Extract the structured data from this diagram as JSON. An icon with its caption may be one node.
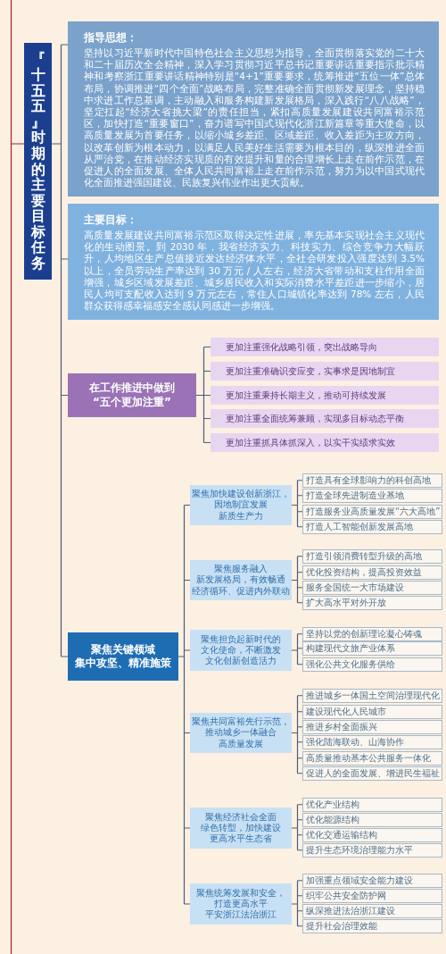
{
  "diagram": {
    "nodes": [
      {
        "text": [
          "『十五五』时期的主要目标任务"
        ]
      },
      {
        "text": [
          "指导思想：",
          "坚持以习近平新时代中国特色社会主义思想为指导，全面贯彻落实党的二十大和二十届历次全会精神，深入学习贯彻习近平总书记重要讲话重要指示批示精神和考察浙江重要讲话精神特别是“4+1”重要要求，统筹推进“五位一体”总体布局，协调推进“四个全面”战略布局，完整准确全面贯彻新发展理念，坚持稳中求进工作总基调，主动融入和服务构建新发展格局，深入践行“八八战略”，坚定扛起“经济大省挑大梁”的责任担当，紧扣高质量发展建设共同富裕示范区，加快打造“重要窗口”，奋力谱写中国式现代化浙江新篇章等重大使命，以高质量发展为首要任务，以缩小城乡差距、区域差距、收入差距为主攻方向，以改革创新为根本动力，以满足人民美好生活需要为根本目的，纵深推进全面从严治党，在推动经济实现质的有效提升和量的合理增长上走在前作示范，在促进人的全面发展、全体人民共同富裕上走在前作示范，努力为以中国式现代化全面推进强国建设、民族复兴伟业作出更大贡献。"
        ]
      },
      {
        "text": [
          "主要目标：",
          "高质量发展建设共同富裕示范区取得决定性进展，率先基本实现社会主义现代化的生动图景。到 2030 年，我省经济实力、科技实力、综合竞争力大幅跃升，人均地区生产总值接近发达经济体水平，全社会研发投入强度达到 3.5% 以上，全员劳动生产率达到 30 万元 / 人左右，经济大省带动和支柱作用全面增强，城乡区域发展差距、城乡居民收入和实际消费水平差距进一步缩小，居民人均可支配收入达到 9 万元左右，常住人口城镇化率达到 78% 左右，人民群众获得感幸福感安全感认同感进一步增强。"
        ]
      },
      {
        "text": [
          "在工作推进中做到“五个更加注重”"
        ]
      },
      {
        "text": [
          "更加注重强化战略引领，突出战略导向"
        ]
      },
      {
        "text": [
          "更加注重准确识变应变，实事求是因地制宜"
        ]
      },
      {
        "text": [
          "更加注重秉持长期主义，推动可持续发展"
        ]
      },
      {
        "text": [
          "更加注重全面统筹兼顾，实现多目标动态平衡"
        ]
      },
      {
        "text": [
          "更加注重抓具体抓深入，以实干实绩求实效"
        ]
      },
      {
        "text": [
          "聚焦关键领域集中攻坚、精准施策"
        ]
      },
      {
        "text": [
          "聚焦加快建设创新浙江，因地制宜发展新质生产力"
        ]
      },
      {
        "text": [
          "打造具有全球影响力的科创高地"
        ]
      },
      {
        "text": [
          "打造全球先进制造业基地"
        ]
      },
      {
        "text": [
          "打造服务业高质量发展“六大高地”"
        ]
      },
      {
        "text": [
          "打造人工智能创新发展高地"
        ]
      },
      {
        "text": [
          "聚焦服务融入新发展格局，有效畅通经济循环、促进内外联动"
        ]
      },
      {
        "text": [
          "打造引领消费转型升级的高地"
        ]
      },
      {
        "text": [
          "优化投资结构，提高投资效益"
        ]
      },
      {
        "text": [
          "服务全国统一大市场建设"
        ]
      },
      {
        "text": [
          "扩大高水平对外开放"
        ]
      },
      {
        "text": [
          "聚焦担负起新时代的文化使命，不断激发文化创新创造活力"
        ]
      },
      {
        "text": [
          "坚持以党的创新理论凝心铸魂"
        ]
      },
      {
        "text": [
          "构建现代文旅产业体系"
        ]
      },
      {
        "text": [
          "强化公共文化服务供给"
        ]
      },
      {
        "text": [
          "聚焦共同富裕先行示范，推动城乡一体融合高质量发展"
        ]
      },
      {
        "text": [
          "推进城乡一体国土空间治理现代化"
        ]
      },
      {
        "text": [
          "建设现代化人民城市"
        ]
      },
      {
        "text": [
          "推进乡村全面振兴"
        ]
      },
      {
        "text": [
          "强化陆海联动、山海协作"
        ]
      },
      {
        "text": [
          "高质量推动基本公共服务一体化"
        ]
      },
      {
        "text": [
          "促进人的全面发展、增进民生福祉"
        ]
      },
      {
        "text": [
          "聚焦经济社会全面绿色转型，加快建设更高水平生态省"
        ]
      },
      {
        "text": [
          "优化产业结构"
        ]
      },
      {
        "text": [
          "优化能源结构"
        ]
      },
      {
        "text": [
          "优化交通运输结构"
        ]
      },
      {
        "text": [
          "提升生态环境治理能力水平"
        ]
      },
      {
        "text": [
          "聚焦统筹发展和安全，打造更高水平平安浙江法治浙江"
        ]
      },
      {
        "text": [
          "加强重点领域安全能力建设"
        ]
      },
      {
        "text": [
          "织牢公共安全防护网"
        ]
      },
      {
        "text": [
          "纵深推进法治浙江建设"
        ]
      },
      {
        "text": [
          "提升社会治理效能"
        ]
      }
    ],
    "edges": [
      {
        "from": 0,
        "to": 1,
        "arrow": "none"
      },
      {
        "from": 0,
        "to": 2,
        "arrow": "none"
      },
      {
        "from": 0,
        "to": 3,
        "arrow": "none"
      },
      {
        "from": 0,
        "to": 9,
        "arrow": "none"
      },
      {
        "from": 3,
        "to": 4,
        "arrow": "none"
      },
      {
        "from": 3,
        "to": 5,
        "arrow": "none"
      },
      {
        "from": 3,
        "to": 6,
        "arrow": "none"
      },
      {
        "from": 3,
        "to": 7,
        "arrow": "none"
      },
      {
        "from": 3,
        "to": 8,
        "arrow": "none"
      },
      {
        "from": 9,
        "to": 10,
        "arrow": "none"
      },
      {
        "from": 9,
        "to": 15,
        "arrow": "none"
      },
      {
        "from": 9,
        "to": 20,
        "arrow": "none"
      },
      {
        "from": 9,
        "to": 24,
        "arrow": "none"
      },
      {
        "from": 9,
        "to": 31,
        "arrow": "none"
      },
      {
        "from": 9,
        "to": 36,
        "arrow": "none"
      },
      {
        "from": 10,
        "to": 11,
        "arrow": "none"
      },
      {
        "from": 10,
        "to": 12,
        "arrow": "none"
      },
      {
        "from": 10,
        "to": 13,
        "arrow": "none"
      },
      {
        "from": 10,
        "to": 14,
        "arrow": "none"
      },
      {
        "from": 15,
        "to": 16,
        "arrow": "none"
      },
      {
        "from": 15,
        "to": 17,
        "arrow": "none"
      },
      {
        "from": 15,
        "to": 18,
        "arrow": "none"
      },
      {
        "from": 15,
        "to": 19,
        "arrow": "none"
      },
      {
        "from": 20,
        "to": 21,
        "arrow": "none"
      },
      {
        "from": 20,
        "to": 22,
        "arrow": "none"
      },
      {
        "from": 20,
        "to": 23,
        "arrow": "none"
      },
      {
        "from": 24,
        "to": 25,
        "arrow": "none"
      },
      {
        "from": 24,
        "to": 26,
        "arrow": "none"
      },
      {
        "from": 24,
        "to": 27,
        "arrow": "none"
      },
      {
        "from": 24,
        "to": 28,
        "arrow": "none"
      },
      {
        "from": 24,
        "to": 29,
        "arrow": "none"
      },
      {
        "from": 24,
        "to": 30,
        "arrow": "none"
      },
      {
        "from": 31,
        "to": 32,
        "arrow": "none"
      },
      {
        "from": 31,
        "to": 33,
        "arrow": "none"
      },
      {
        "from": 31,
        "to": 34,
        "arrow": "none"
      },
      {
        "from": 31,
        "to": 35,
        "arrow": "none"
      },
      {
        "from": 36,
        "to": 37,
        "arrow": "none"
      },
      {
        "from": 36,
        "to": 38,
        "arrow": "none"
      },
      {
        "from": 36,
        "to": 39,
        "arrow": "none"
      },
      {
        "from": 36,
        "to": 40,
        "arrow": "none"
      },
      {
        "from": null,
        "to": 0,
        "arrow": "none",
        "color": "#a3232f"
      }
    ]
  }
}
